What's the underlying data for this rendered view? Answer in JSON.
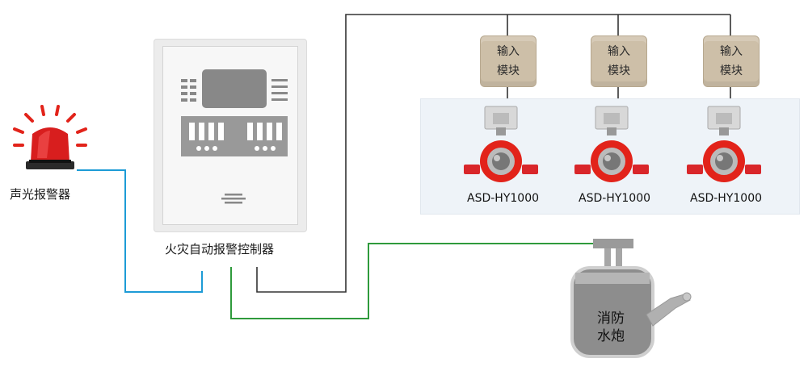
{
  "alarm": {
    "label": "声光报警器"
  },
  "controller": {
    "label": "火灾自动报警控制器"
  },
  "modules": [
    {
      "line1": "输入",
      "line2": "模块"
    },
    {
      "line1": "输入",
      "line2": "模块"
    },
    {
      "line1": "输入",
      "line2": "模块"
    }
  ],
  "detectors": [
    {
      "model": "ASD-HY1000"
    },
    {
      "model": "ASD-HY1000"
    },
    {
      "model": "ASD-HY1000"
    }
  ],
  "cannon": {
    "line1": "消防",
    "line2": "水炮"
  },
  "colors": {
    "blue_line": "#1d9bd6",
    "green_line": "#2f9a3c",
    "black_line": "#333333",
    "accent_red": "#e2231a"
  }
}
